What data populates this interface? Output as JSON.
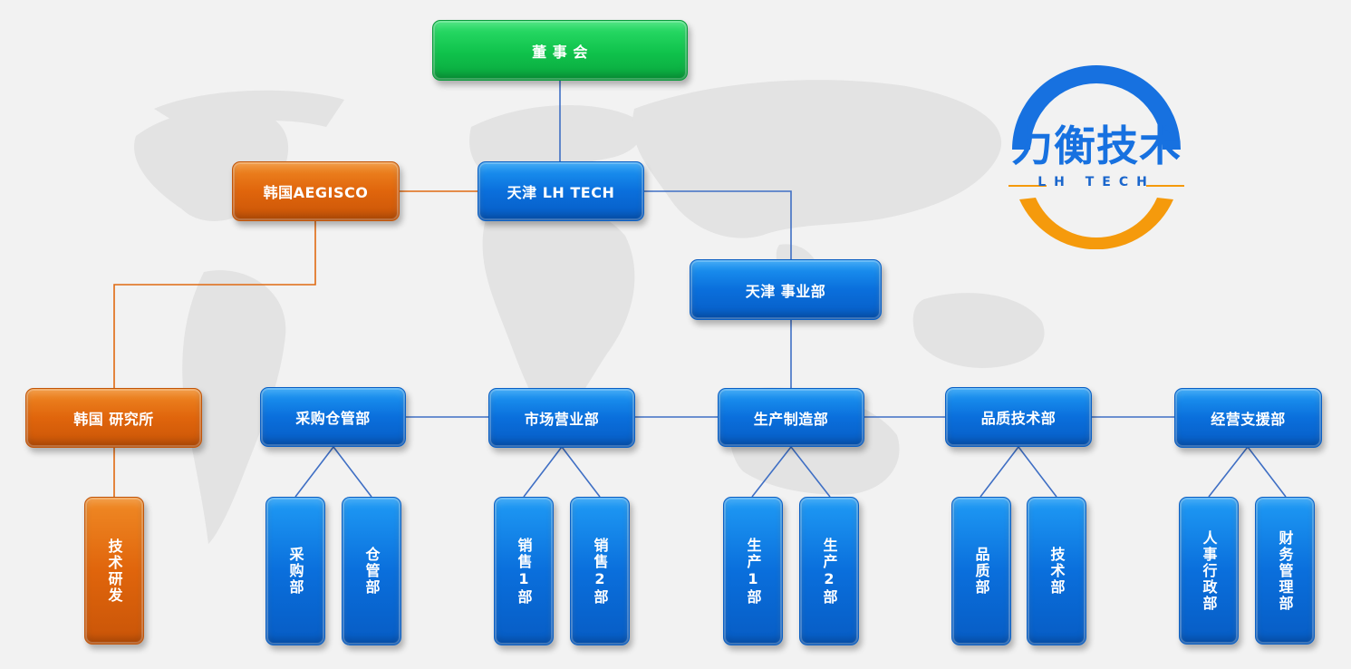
{
  "logo": {
    "name": "力衡技术",
    "subtitle": "LH TECH",
    "colors": {
      "blue": "#1771e0",
      "orange": "#f59a0c"
    }
  },
  "nodes": {
    "board": "董 事 会",
    "tianjin_lh": "天津 LH TECH",
    "korea_aegisco": "韩国AEGISCO",
    "tianjin_division": "天津 事业部",
    "korea_institute": "韩国 研究所",
    "tech_rd": "技术研发",
    "purchase_warehouse": "采购仓管部",
    "marketing_sales": "市场营业部",
    "production": "生产制造部",
    "quality_tech": "品质技术部",
    "operations_support": "经营支援部",
    "purchase_dept": "采购部",
    "warehouse_dept": "仓管部",
    "sales1": "销售1部",
    "sales2": "销售2部",
    "prod1": "生产1部",
    "prod2": "生产2部",
    "quality_dept": "品质部",
    "tech_dept": "技术部",
    "hr_admin": "人事行政部",
    "finance": "财务管理部"
  },
  "colors": {
    "blue_line": "#3f6fc4",
    "orange_line": "#e06a12",
    "blue_box": "#0a6fdc",
    "orange_box": "#e0650c",
    "green_box": "#0fc24b"
  }
}
